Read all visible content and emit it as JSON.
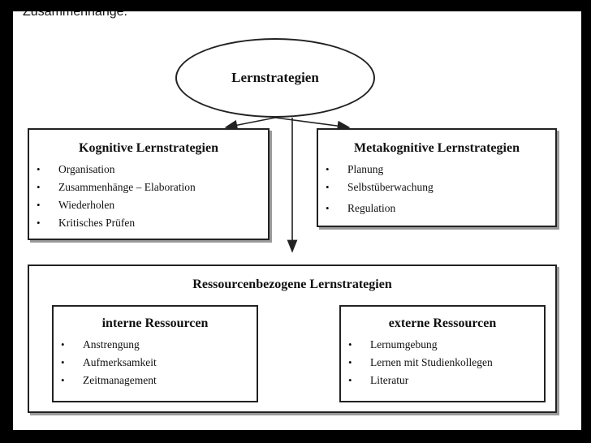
{
  "top_text": "Zusammenhänge:",
  "root": {
    "label": "Lernstrategien"
  },
  "cognitive": {
    "title": "Kognitive Lernstrategien",
    "items": [
      "Organisation",
      "Zusammenhänge – Elaboration",
      "Wiederholen",
      "Kritisches Prüfen"
    ]
  },
  "metacognitive": {
    "title": "Metakognitive Lernstrategien",
    "items": [
      "Planung",
      "Selbstüberwachung",
      "Regulation"
    ]
  },
  "resources": {
    "title": "Ressourcenbezogene Lernstrategien",
    "internal": {
      "title": "interne Ressourcen",
      "items": [
        "Anstrengung",
        "Aufmerksamkeit",
        "Zeitmanagement"
      ]
    },
    "external": {
      "title": "externe Ressourcen",
      "items": [
        "Lernumgebung",
        "Lernen mit Studienkollegen",
        "Literatur"
      ]
    }
  },
  "bullet_glyph": "•",
  "colors": {
    "line": "#222222",
    "shadow": "#9a9a9a",
    "frame": "#000000",
    "page": "#ffffff"
  }
}
